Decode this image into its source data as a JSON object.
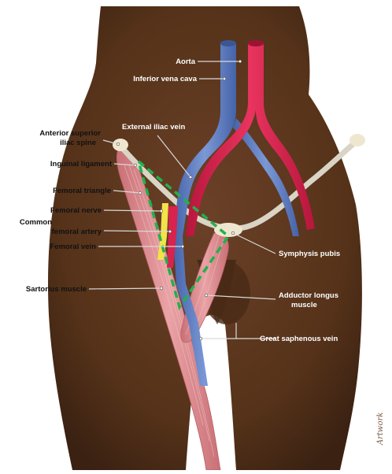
{
  "labels": {
    "aorta": "Aorta",
    "ivc": "Inferior vena cava",
    "external_iliac_vein": "External iliac vein",
    "asis_line1": "Anterior superior",
    "asis_line2": "iliac spine",
    "inguinal_ligament": "Inguinal ligament",
    "femoral_triangle": "Femoral triangle",
    "femoral_nerve": "Femoral nerve",
    "common_femoral_artery_line1": "Common",
    "common_femoral_artery_line2": "femoral artery",
    "femoral_vein": "Femoral vein",
    "sartorius": "Sartorius muscle",
    "symphysis": "Symphysis pubis",
    "adductor_line1": "Adductor longus",
    "adductor_line2": "muscle",
    "great_saphenous": "Great saphenous vein"
  },
  "signature": "Artwork",
  "colors": {
    "skin": "#5a3520",
    "skin_shadow": "#3d2313",
    "artery": "#d8234e",
    "vein": "#5f7fc2",
    "ligament": "#d9d4c6",
    "muscle": "#d88a8f",
    "nerve": "#f2e34a",
    "triangle": "#22b14c"
  }
}
